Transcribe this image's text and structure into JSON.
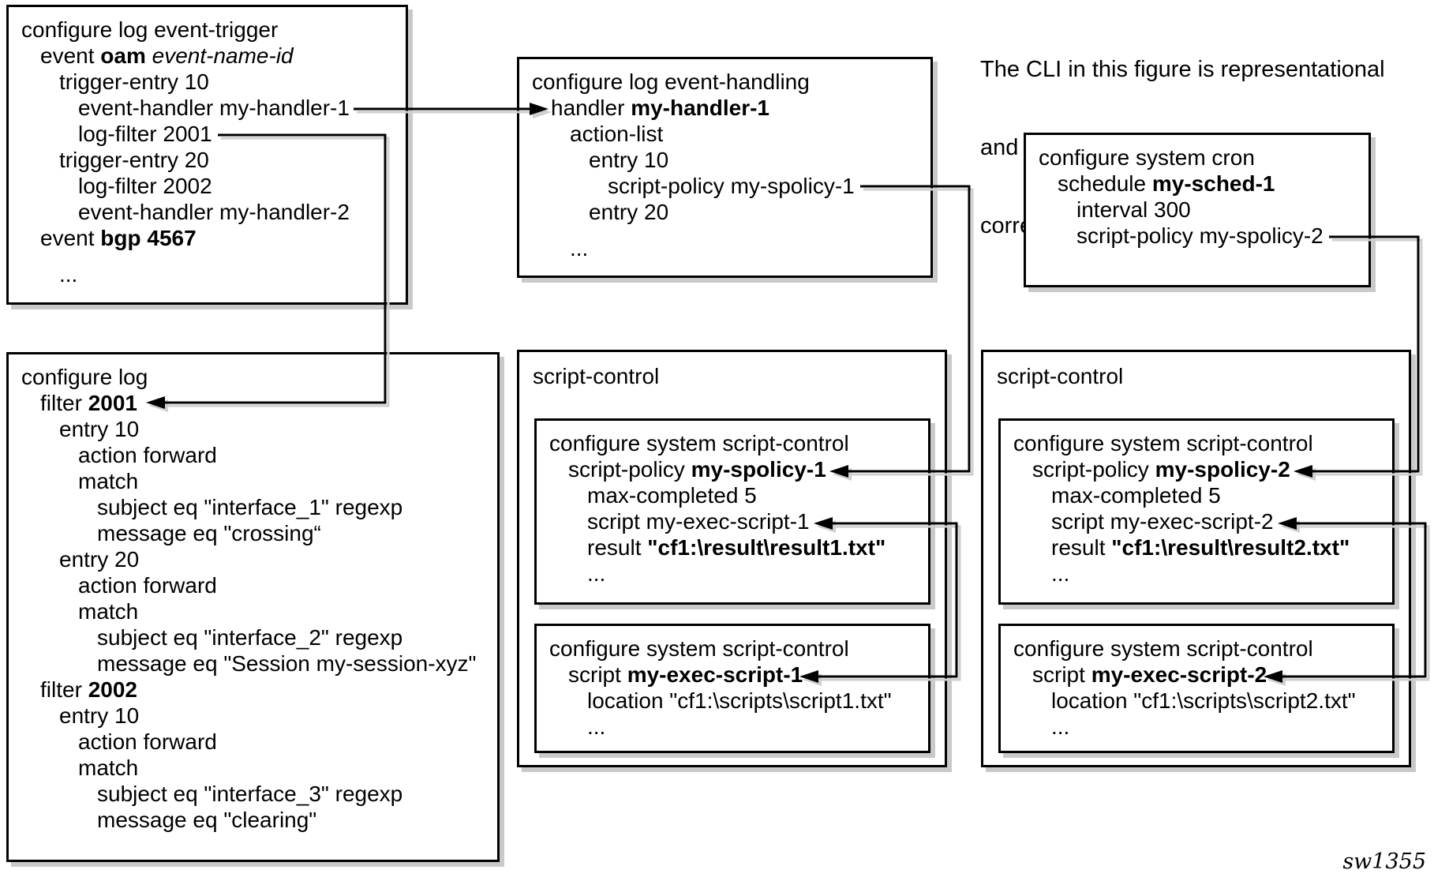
{
  "note": {
    "line1": "The CLI in this figure is representational",
    "line2": "and is not intended to be completely",
    "line3": "correct syntax or values."
  },
  "watermark": "sw1355",
  "outer_labels": {
    "middle": "script-control",
    "right": "script-control"
  },
  "connectors": [
    "event-handler my-handler-1 to handler my-handler-1",
    "log-filter 2001 to filter 2001",
    "script-policy my-spolicy-1 reference to definition",
    "script my-exec-script-1 reference to definition",
    "script-policy my-spolicy-2 reference to definition",
    "script my-exec-script-2 reference to definition"
  ],
  "boxes": {
    "event_trigger": {
      "lines": [
        {
          "ind": 0,
          "segs": [
            {
              "t": "configure log event-trigger"
            }
          ]
        },
        {
          "ind": 1,
          "segs": [
            {
              "t": "event "
            },
            {
              "t": "oam",
              "b": true
            },
            {
              "t": " "
            },
            {
              "t": "event-name-id",
              "i": true
            }
          ]
        },
        {
          "ind": 2,
          "segs": [
            {
              "t": "trigger-entry 10"
            }
          ]
        },
        {
          "ind": 3,
          "segs": [
            {
              "t": "event-handler my-handler-1"
            }
          ]
        },
        {
          "ind": 3,
          "segs": [
            {
              "t": "log-filter 2001"
            }
          ]
        },
        {
          "ind": 2,
          "segs": [
            {
              "t": "trigger-entry 20"
            }
          ]
        },
        {
          "ind": 3,
          "segs": [
            {
              "t": "log-filter 2002"
            }
          ]
        },
        {
          "ind": 3,
          "segs": [
            {
              "t": "event-handler my-handler-2"
            }
          ]
        },
        {
          "ind": 1,
          "segs": [
            {
              "t": "event "
            },
            {
              "t": "bgp 4567",
              "b": true
            }
          ]
        },
        {
          "ind": 2,
          "gap": true,
          "segs": [
            {
              "t": "..."
            }
          ]
        }
      ]
    },
    "event_handling": {
      "lines": [
        {
          "ind": 0,
          "segs": [
            {
              "t": "configure log event-handling"
            }
          ]
        },
        {
          "ind": 1,
          "segs": [
            {
              "t": "handler "
            },
            {
              "t": "my-handler-1",
              "b": true
            }
          ]
        },
        {
          "ind": 2,
          "segs": [
            {
              "t": "action-list"
            }
          ]
        },
        {
          "ind": 3,
          "segs": [
            {
              "t": "entry 10"
            }
          ]
        },
        {
          "ind": 4,
          "segs": [
            {
              "t": "script-policy my-spolicy-1"
            }
          ]
        },
        {
          "ind": 3,
          "segs": [
            {
              "t": "entry 20"
            }
          ]
        },
        {
          "ind": 2,
          "gap": true,
          "segs": [
            {
              "t": "..."
            }
          ]
        }
      ]
    },
    "cron": {
      "lines": [
        {
          "ind": 0,
          "segs": [
            {
              "t": "configure system cron"
            }
          ]
        },
        {
          "ind": 1,
          "segs": [
            {
              "t": "schedule "
            },
            {
              "t": "my-sched-1",
              "b": true
            }
          ]
        },
        {
          "ind": 2,
          "segs": [
            {
              "t": "interval 300"
            }
          ]
        },
        {
          "ind": 2,
          "segs": [
            {
              "t": "script-policy my-spolicy-2"
            }
          ]
        }
      ]
    },
    "log_filters": {
      "lines": [
        {
          "ind": 0,
          "segs": [
            {
              "t": "configure log"
            }
          ]
        },
        {
          "ind": 1,
          "segs": [
            {
              "t": "filter "
            },
            {
              "t": "2001",
              "b": true
            }
          ]
        },
        {
          "ind": 2,
          "segs": [
            {
              "t": "entry 10"
            }
          ]
        },
        {
          "ind": 3,
          "segs": [
            {
              "t": "action forward"
            }
          ]
        },
        {
          "ind": 3,
          "segs": [
            {
              "t": "match"
            }
          ]
        },
        {
          "ind": 4,
          "segs": [
            {
              "t": "subject eq \"interface_1\" regexp"
            }
          ]
        },
        {
          "ind": 4,
          "segs": [
            {
              "t": "message eq \"crossing“"
            }
          ]
        },
        {
          "ind": 2,
          "segs": [
            {
              "t": "entry 20"
            }
          ]
        },
        {
          "ind": 3,
          "segs": [
            {
              "t": "action forward"
            }
          ]
        },
        {
          "ind": 3,
          "segs": [
            {
              "t": "match"
            }
          ]
        },
        {
          "ind": 4,
          "segs": [
            {
              "t": "subject eq \"interface_2\" regexp"
            }
          ]
        },
        {
          "ind": 4,
          "segs": [
            {
              "t": "message eq \"Session my-session-xyz\""
            }
          ]
        },
        {
          "ind": 1,
          "segs": [
            {
              "t": "filter "
            },
            {
              "t": "2002",
              "b": true
            }
          ]
        },
        {
          "ind": 2,
          "segs": [
            {
              "t": "entry 10"
            }
          ]
        },
        {
          "ind": 3,
          "segs": [
            {
              "t": "action forward"
            }
          ]
        },
        {
          "ind": 3,
          "segs": [
            {
              "t": "match"
            }
          ]
        },
        {
          "ind": 4,
          "segs": [
            {
              "t": "subject eq \"interface_3\" regexp"
            }
          ]
        },
        {
          "ind": 4,
          "segs": [
            {
              "t": "message eq \"clearing\""
            }
          ]
        }
      ]
    },
    "spolicy1": {
      "lines": [
        {
          "ind": 0,
          "segs": [
            {
              "t": "configure system script-control"
            }
          ]
        },
        {
          "ind": 1,
          "segs": [
            {
              "t": "script-policy "
            },
            {
              "t": "my-spolicy-1",
              "b": true
            }
          ]
        },
        {
          "ind": 2,
          "segs": [
            {
              "t": "max-completed 5"
            }
          ]
        },
        {
          "ind": 2,
          "segs": [
            {
              "t": "script my-exec-script-1"
            }
          ]
        },
        {
          "ind": 2,
          "segs": [
            {
              "t": "result "
            },
            {
              "t": "\"cf1:\\result\\result1.txt\"",
              "b": true
            }
          ]
        },
        {
          "ind": 2,
          "segs": [
            {
              "t": "..."
            }
          ]
        }
      ]
    },
    "exec1": {
      "lines": [
        {
          "ind": 0,
          "segs": [
            {
              "t": "configure system script-control"
            }
          ]
        },
        {
          "ind": 1,
          "segs": [
            {
              "t": "script "
            },
            {
              "t": "my-exec-script-1",
              "b": true
            }
          ]
        },
        {
          "ind": 2,
          "segs": [
            {
              "t": "location \"cf1:\\scripts\\script1.txt\""
            }
          ]
        },
        {
          "ind": 2,
          "segs": [
            {
              "t": "..."
            }
          ]
        }
      ]
    },
    "spolicy2": {
      "lines": [
        {
          "ind": 0,
          "segs": [
            {
              "t": "configure system script-control"
            }
          ]
        },
        {
          "ind": 1,
          "segs": [
            {
              "t": "script-policy "
            },
            {
              "t": "my-spolicy-2",
              "b": true
            }
          ]
        },
        {
          "ind": 2,
          "segs": [
            {
              "t": "max-completed 5"
            }
          ]
        },
        {
          "ind": 2,
          "segs": [
            {
              "t": "script my-exec-script-2"
            }
          ]
        },
        {
          "ind": 2,
          "segs": [
            {
              "t": "result "
            },
            {
              "t": "\"cf1:\\result\\result2.txt\"",
              "b": true
            }
          ]
        },
        {
          "ind": 2,
          "segs": [
            {
              "t": "..."
            }
          ]
        }
      ]
    },
    "exec2": {
      "lines": [
        {
          "ind": 0,
          "segs": [
            {
              "t": "configure system script-control"
            }
          ]
        },
        {
          "ind": 1,
          "segs": [
            {
              "t": "script "
            },
            {
              "t": "my-exec-script-2",
              "b": true
            }
          ]
        },
        {
          "ind": 2,
          "segs": [
            {
              "t": "location \"cf1:\\scripts\\script2.txt\""
            }
          ]
        },
        {
          "ind": 2,
          "segs": [
            {
              "t": "..."
            }
          ]
        }
      ]
    }
  }
}
